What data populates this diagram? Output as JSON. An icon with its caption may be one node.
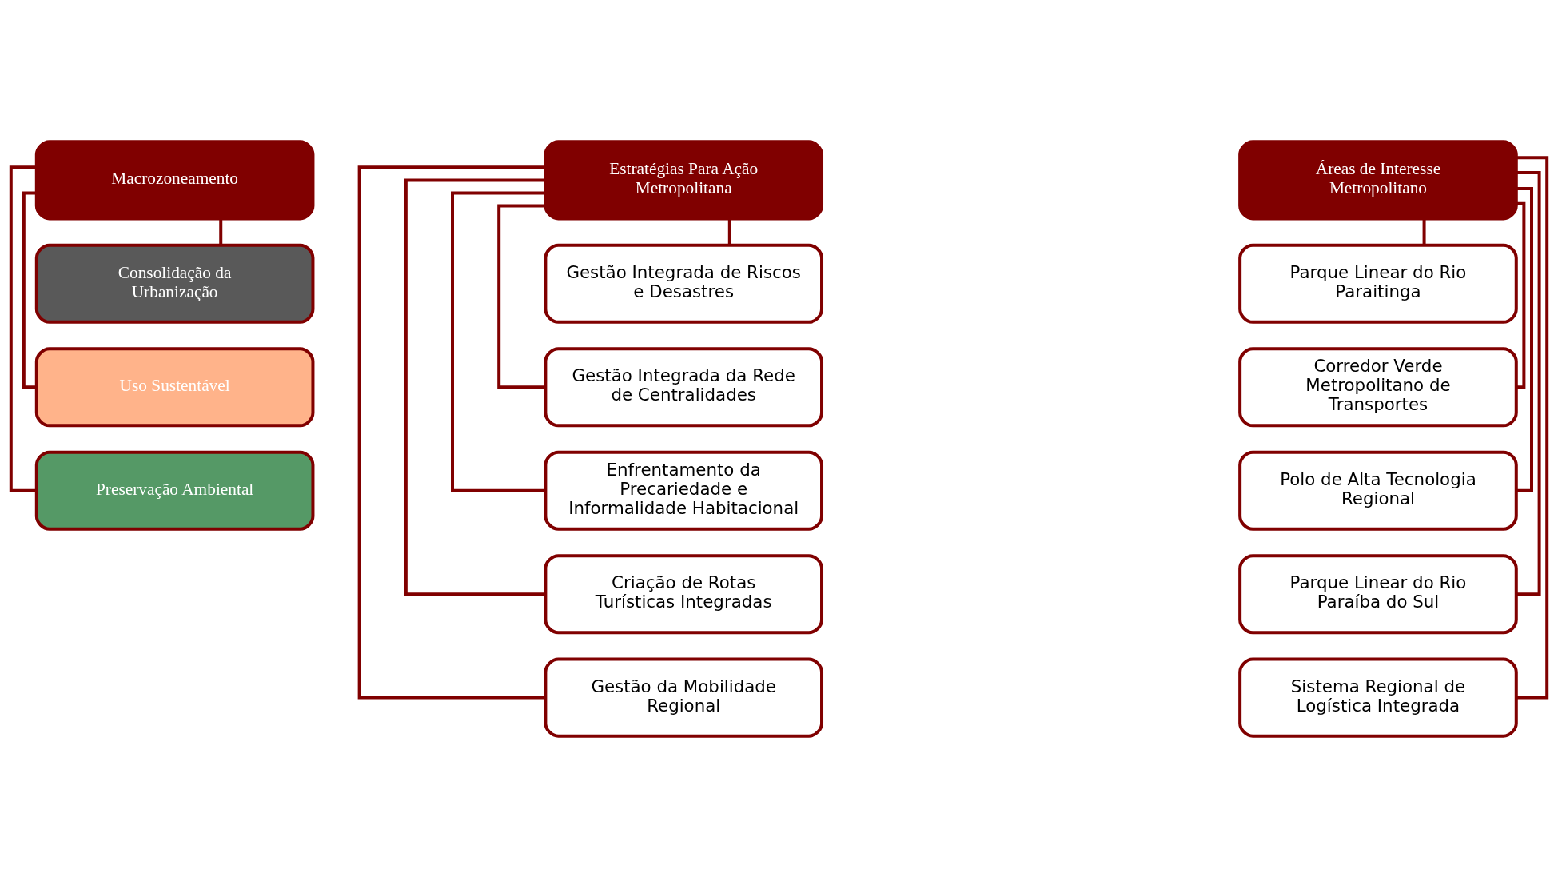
{
  "diagram": {
    "nodes": [
      {
        "text": [
          "Macrozoneamento"
        ]
      },
      {
        "text": [
          "Consolidação da Urbanização"
        ]
      },
      {
        "text": [
          "Uso Sustentável"
        ]
      },
      {
        "text": [
          "Preservação Ambiental"
        ]
      },
      {
        "text": [
          "Estratégias Para Ação Metropolitana"
        ]
      },
      {
        "text": [
          "Gestão Integrada de Riscos e Desastres"
        ]
      },
      {
        "text": [
          "Gestão Integrada da Rede de Centralidades"
        ]
      },
      {
        "text": [
          "Enfrentamento da Precariedade e Informalidade Habitacional"
        ]
      },
      {
        "text": [
          "Criação de Rotas Turísticas Integradas"
        ]
      },
      {
        "text": [
          "Gestão da Mobilidade Regional"
        ]
      },
      {
        "text": [
          "Áreas de Interesse Metropolitano"
        ]
      },
      {
        "text": [
          "Parque Linear do Rio Paraitinga"
        ]
      },
      {
        "text": [
          "Corredor Verde Metropolitano de Transportes"
        ]
      },
      {
        "text": [
          "Polo de Alta Tecnologia Regional"
        ]
      },
      {
        "text": [
          "Parque Linear do Rio Paraíba do Sul"
        ]
      },
      {
        "text": [
          "Sistema Regional de Logística Integrada"
        ]
      }
    ],
    "edges": [
      {
        "from": 0,
        "to": 1,
        "arrow": "none"
      },
      {
        "from": 0,
        "to": 2,
        "arrow": "none"
      },
      {
        "from": 0,
        "to": 3,
        "arrow": "none"
      },
      {
        "from": 4,
        "to": 5,
        "arrow": "none"
      },
      {
        "from": 4,
        "to": 6,
        "arrow": "none"
      },
      {
        "from": 4,
        "to": 7,
        "arrow": "none"
      },
      {
        "from": 4,
        "to": 8,
        "arrow": "none"
      },
      {
        "from": 4,
        "to": 9,
        "arrow": "none"
      },
      {
        "from": 10,
        "to": 11,
        "arrow": "none"
      },
      {
        "from": 10,
        "to": 12,
        "arrow": "none"
      },
      {
        "from": 10,
        "to": 13,
        "arrow": "none"
      },
      {
        "from": 10,
        "to": 14,
        "arrow": "none"
      },
      {
        "from": 10,
        "to": 15,
        "arrow": "none"
      }
    ]
  }
}
